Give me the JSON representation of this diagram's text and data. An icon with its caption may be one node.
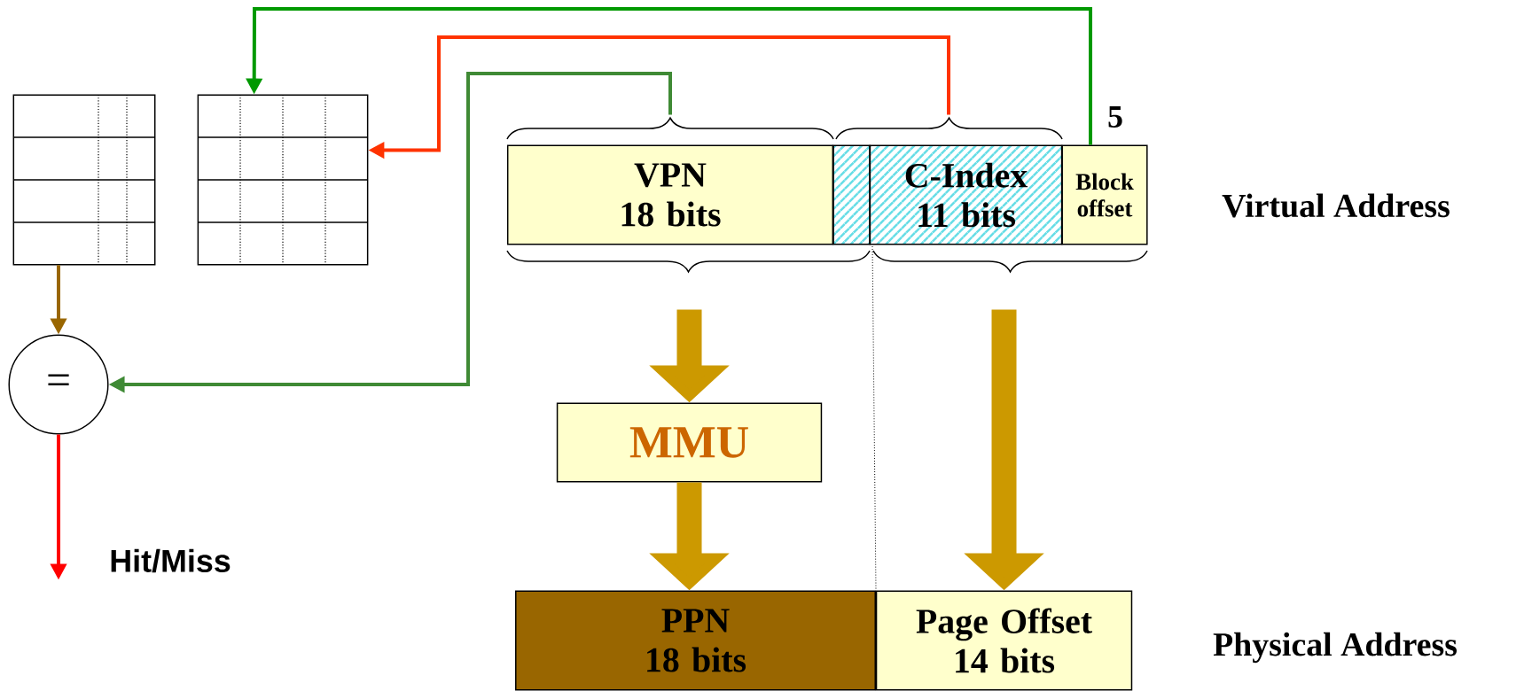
{
  "diagram": {
    "nodes": [
      {
        "text": [],
        "shape": "box"
      },
      {
        "text": [],
        "shape": "box"
      },
      {
        "text": [
          "="
        ]
      },
      {
        "text": [
          "VPN 18 bits"
        ]
      },
      {
        "text": [],
        "shape": "box"
      },
      {
        "text": [
          "C-Index 11 bits"
        ]
      },
      {
        "text": [
          "Block offset"
        ]
      },
      {
        "text": [
          "MMU"
        ]
      },
      {
        "text": [
          "PPN 18 bits"
        ]
      },
      {
        "text": [
          "Page Offset 14 bits"
        ]
      }
    ],
    "edges": [
      {
        "from": 0,
        "to": 2,
        "arrow": "to",
        "color": "#996600"
      },
      {
        "from": 2,
        "to": null,
        "arrow": "to",
        "color": "#ff0000"
      },
      {
        "from": 3,
        "to": 2,
        "arrow": "to",
        "color": "#3f8a35"
      },
      {
        "from": 5,
        "to": 1,
        "arrow": "to",
        "color": "#ff3300"
      },
      {
        "from": 6,
        "to": 1,
        "arrow": "to",
        "color": "#009900"
      },
      {
        "from": 3,
        "to": 7,
        "arrow": "to",
        "style": "thick",
        "color": "#cc9900"
      },
      {
        "from": 7,
        "to": 8,
        "arrow": "to",
        "style": "thick",
        "color": "#cc9900"
      },
      {
        "from": 5,
        "to": 9,
        "arrow": "to",
        "style": "thick",
        "color": "#cc9900"
      }
    ],
    "labels": [
      "5",
      "Virtual Address",
      "Hit/Miss",
      "Physical Address"
    ]
  }
}
